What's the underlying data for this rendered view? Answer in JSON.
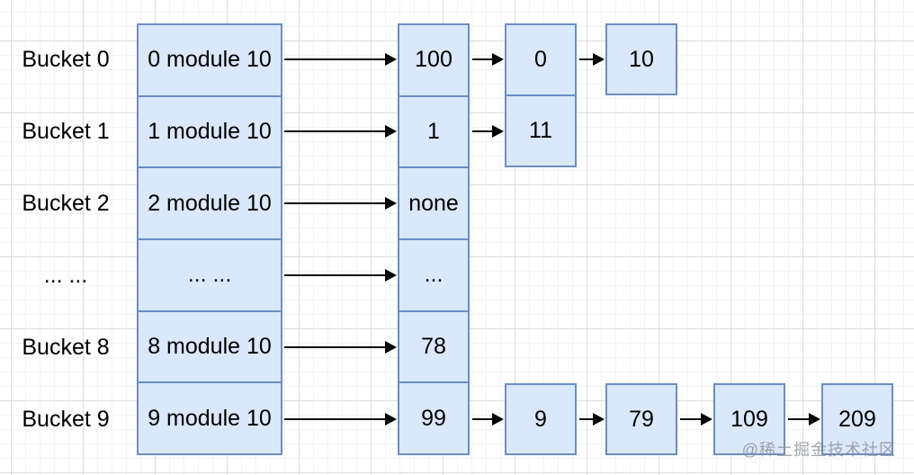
{
  "diagram": {
    "rows": [
      {
        "label": "Bucket 0",
        "bucket": "0 module 10",
        "head": "100",
        "nodes": [
          "0",
          "10"
        ]
      },
      {
        "label": "Bucket 1",
        "bucket": "1 module 10",
        "head": "1",
        "nodes": [
          "11"
        ]
      },
      {
        "label": "Bucket 2",
        "bucket": "2 module 10",
        "head": "none",
        "nodes": []
      },
      {
        "label": "... ...",
        "bucket": "... ...",
        "head": "...",
        "nodes": []
      },
      {
        "label": "Bucket 8",
        "bucket": "8 module 10",
        "head": "78",
        "nodes": []
      },
      {
        "label": "Bucket 9",
        "bucket": "9 module 10",
        "head": "99",
        "nodes": [
          "9",
          "79",
          "109",
          "209"
        ]
      }
    ]
  },
  "watermark": "@稀土掘金技术社区",
  "colors": {
    "node_fill": "#dae8fc",
    "node_border": "#6c8ebf",
    "arrow": "#000000",
    "grid_major": "#dcdcdc",
    "grid_minor": "#f3f3f3",
    "watermark": "#8a8f98"
  }
}
